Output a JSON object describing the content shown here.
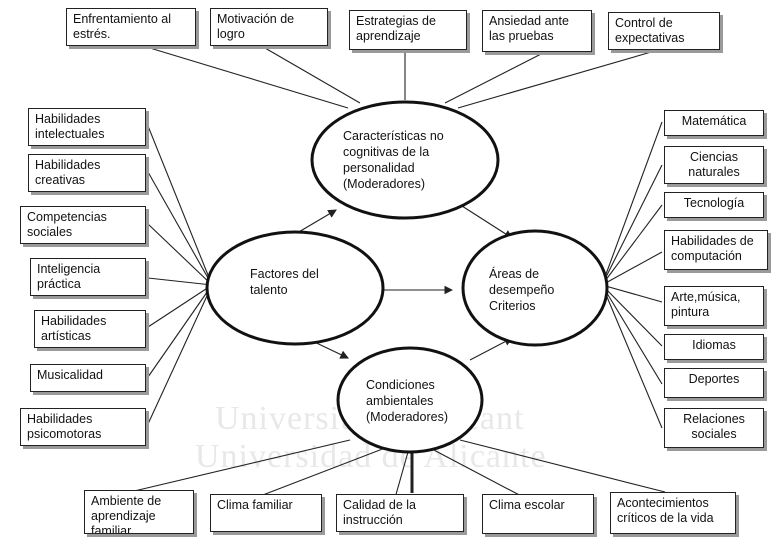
{
  "watermark": {
    "line1": "Universitat d'Alacant",
    "line2": "Universidad de Alicante"
  },
  "center": {
    "moderators_personality": "Características no cognitivas de la personalidad (Moderadores)",
    "talent": "Factores del talento",
    "areas": "Áreas de desempeño Criterios",
    "environment": "Condiciones ambientales (Moderadores)"
  },
  "top_boxes": [
    "Enfrentamiento al estrés.",
    "Motivación de logro",
    "Estrategias de aprendizaje",
    "Ansiedad ante las pruebas",
    "Control de expectativas"
  ],
  "left_boxes": [
    "Habilidades intelectuales",
    "Habilidades creativas",
    "Competencias sociales",
    "Inteligencia práctica",
    "Habilidades artísticas",
    "Musicalidad",
    "Habilidades psicomotoras"
  ],
  "right_boxes": [
    "Matemática",
    "Ciencias naturales",
    "Tecnología",
    "Habilidades de computación",
    "Arte,música, pintura",
    "Idiomas",
    "Deportes",
    "Relaciones sociales"
  ],
  "bottom_boxes": [
    "Ambiente de aprendizaje familiar",
    "Clima familiar",
    "Calidad de la instrucción",
    "Clima escolar",
    "Acontecimientos críticos de la vida"
  ]
}
